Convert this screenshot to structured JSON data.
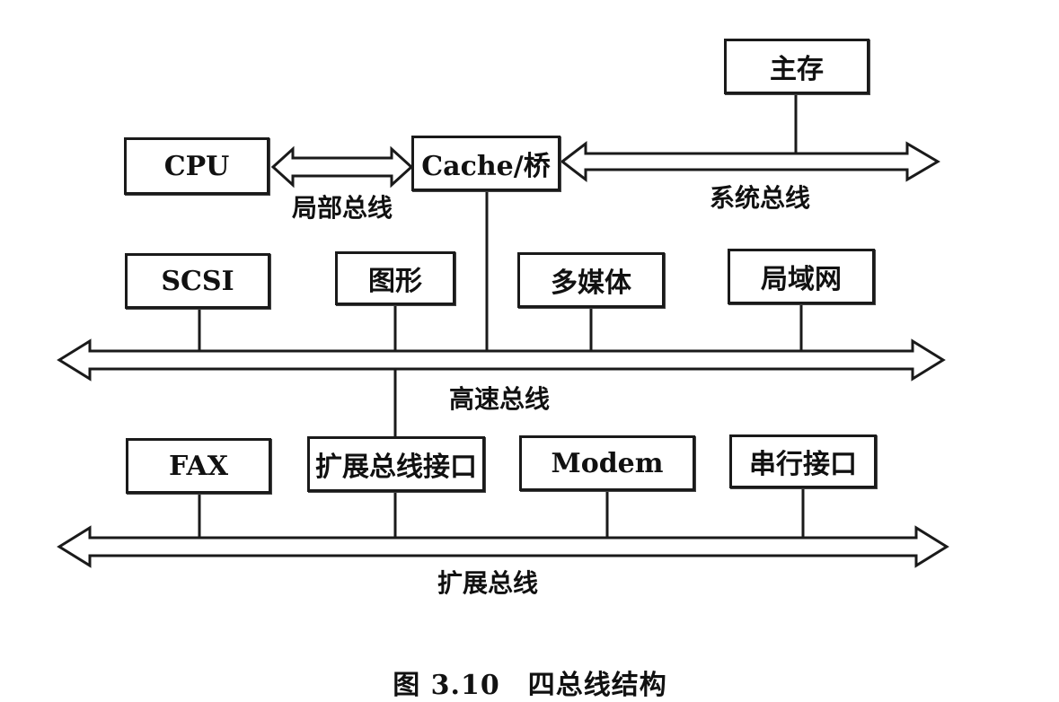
{
  "diagram": {
    "boxes": {
      "main_memory": "主存",
      "cpu": "CPU",
      "cache_bridge": "Cache/桥",
      "scsi": "SCSI",
      "graphics": "图形",
      "multimedia": "多媒体",
      "lan": "局域网",
      "fax": "FAX",
      "expansion_interface": "扩展总线接口",
      "modem": "Modem",
      "serial_interface": "串行接口"
    },
    "buses": {
      "local_bus": "局部总线",
      "system_bus": "系统总线",
      "high_speed_bus": "高速总线",
      "expansion_bus": "扩展总线"
    },
    "caption": "图 3.10　四总线结构"
  }
}
